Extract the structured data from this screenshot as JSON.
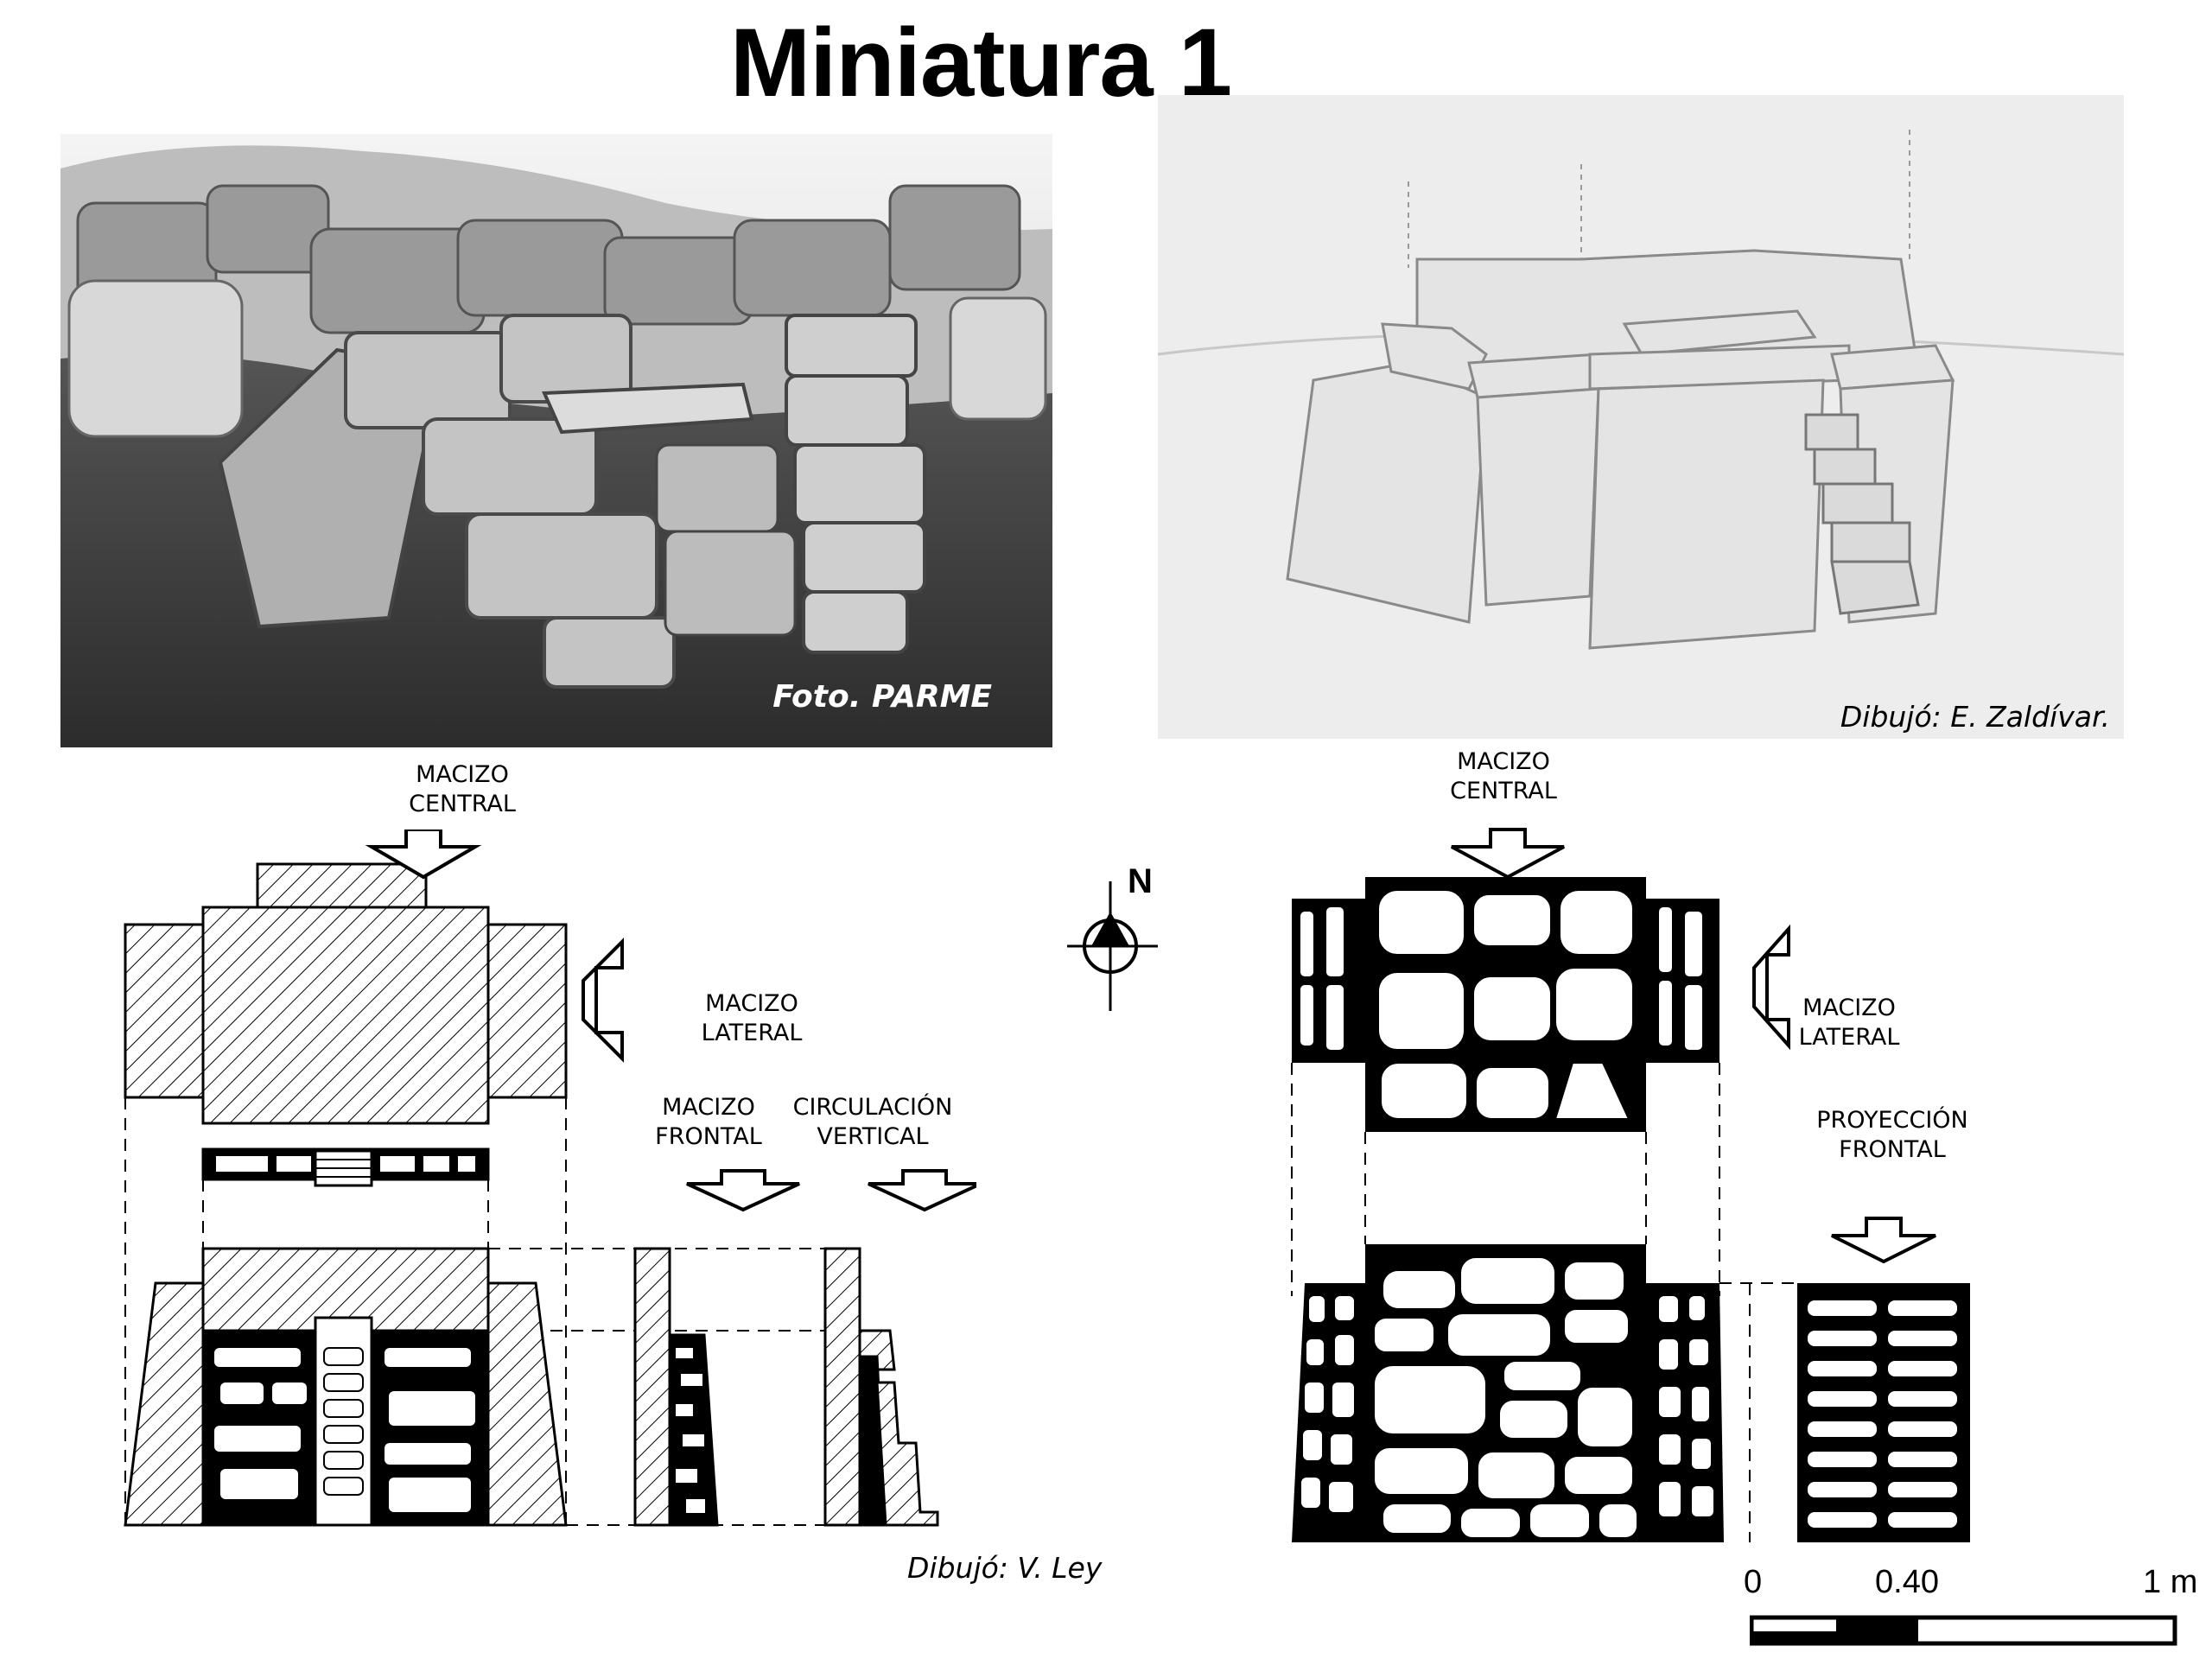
{
  "title": "Miniatura 1",
  "photo": {
    "credit": "Foto. PARME"
  },
  "sketch": {
    "credit": "Dibujó:  E. Zaldívar."
  },
  "left_drawing": {
    "credit": "Dibujó:  V. Ley",
    "labels": {
      "macizo_central_1": "MACIZO",
      "macizo_central_2": "CENTRAL",
      "macizo_lateral_1": "MACIZO",
      "macizo_lateral_2": "LATERAL",
      "macizo_frontal_1": "MACIZO",
      "macizo_frontal_2": "FRONTAL",
      "circulacion_1": "CIRCULACIÓN",
      "circulacion_2": "VERTICAL"
    }
  },
  "north": {
    "label": "N"
  },
  "right_drawing": {
    "labels": {
      "macizo_central_1": "MACIZO",
      "macizo_central_2": "CENTRAL",
      "macizo_lateral_1": "MACIZO",
      "macizo_lateral_2": "LATERAL",
      "proyeccion_1": "PROYECCIÓN",
      "proyeccion_2": "FRONTAL"
    }
  },
  "scale_bar": {
    "tick_0": "0",
    "tick_mid": "0.40",
    "tick_end": "1 m"
  },
  "colors": {
    "ink": "#000000",
    "paper": "#ffffff",
    "photo_ground": "#3a3a3a",
    "sketch_paper": "#ededed"
  }
}
